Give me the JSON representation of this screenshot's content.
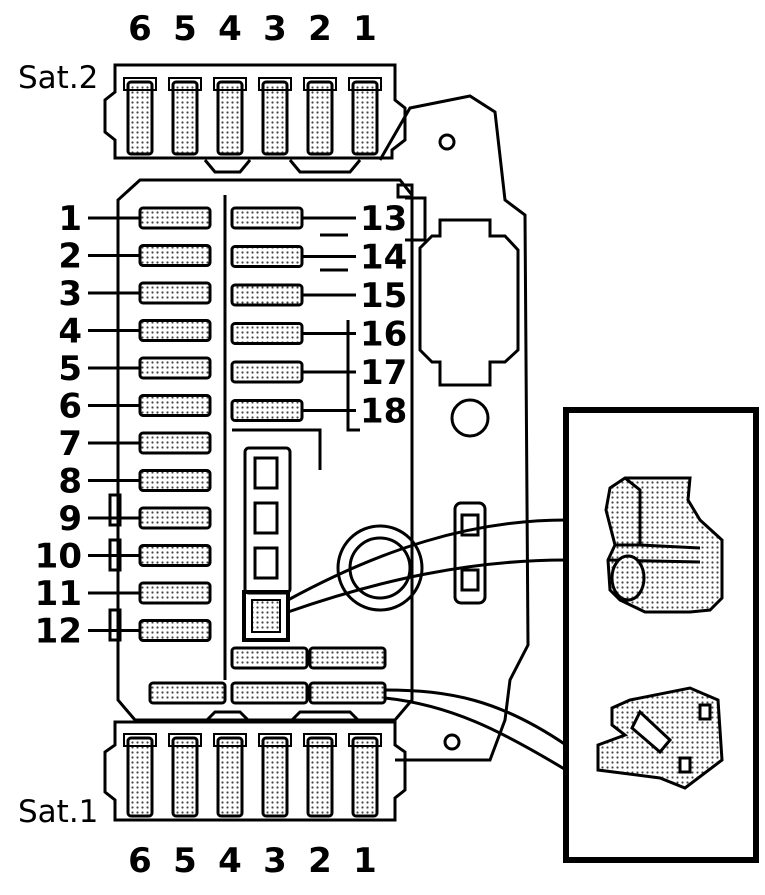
{
  "colors": {
    "ink": "#000000",
    "paper": "#ffffff",
    "stipple": "#9a9a9a"
  },
  "sat2": {
    "label": "Sat.2",
    "fuses": [
      "6",
      "5",
      "4",
      "3",
      "2",
      "1"
    ]
  },
  "sat1": {
    "label": "Sat.1",
    "fuses": [
      "6",
      "5",
      "4",
      "3",
      "2",
      "1"
    ]
  },
  "main_left": [
    "1",
    "2",
    "3",
    "4",
    "5",
    "6",
    "7",
    "8",
    "9",
    "10",
    "11",
    "12"
  ],
  "main_right": [
    "13",
    "14",
    "15",
    "16",
    "17",
    "18"
  ],
  "inset_icons": [
    "fuse-puller-icon",
    "blade-fuse-icon"
  ]
}
